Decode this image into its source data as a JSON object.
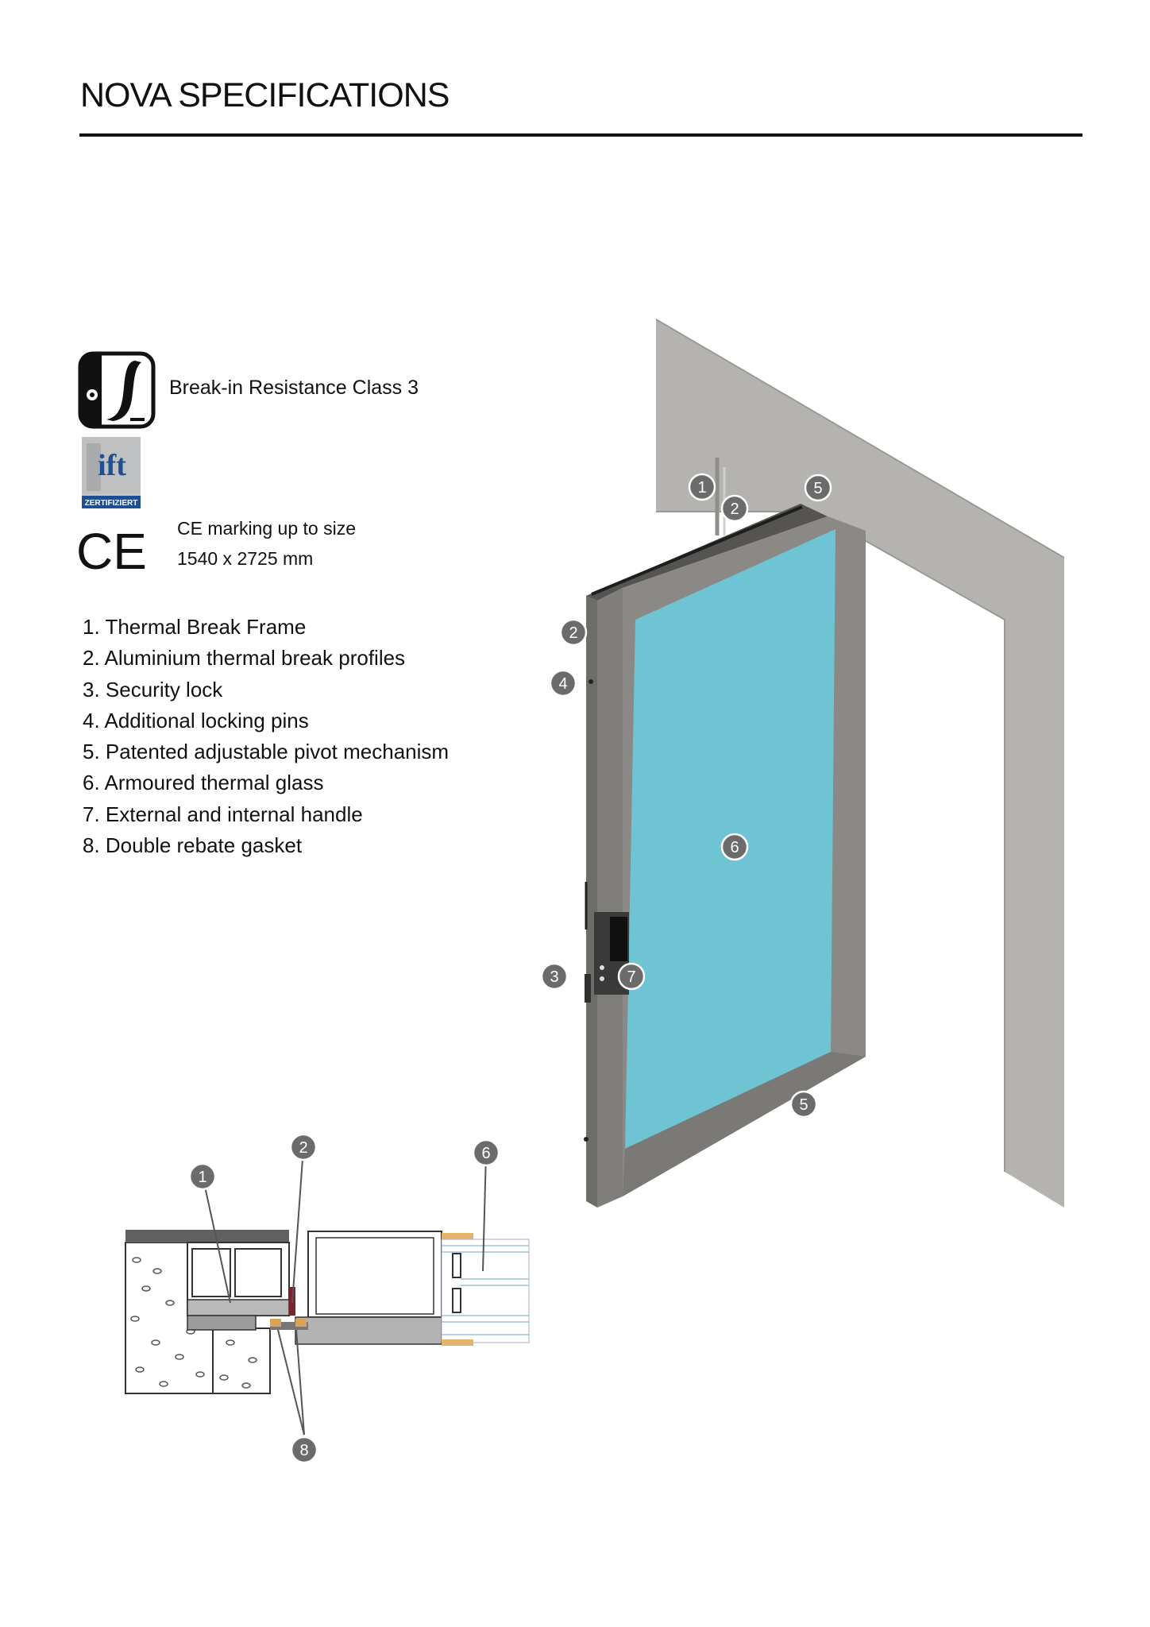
{
  "header": {
    "title": "NOVA SPECIFICATIONS"
  },
  "certifications": {
    "break_in": {
      "icon": "break-in-resistance-icon",
      "label": "Break-in Resistance Class 3"
    },
    "ift": {
      "icon": "ift-certified-logo",
      "logo_text": "ift",
      "logo_subtext": "ZERTIFIZIERT"
    },
    "ce": {
      "icon": "ce-marking-logo",
      "logo_text": "CE",
      "line1": "CE marking up to size",
      "line2": "1540 x 2725 mm"
    }
  },
  "features": [
    "1. Thermal Break Frame",
    "2. Aluminium thermal break profiles",
    "3. Security lock",
    "4. Additional locking pins",
    "5. Patented adjustable pivot mechanism",
    "6. Armoured thermal glass",
    "7. External and internal handle",
    "8. Double rebate gasket"
  ],
  "door_callouts": [
    "1",
    "2",
    "5",
    "2",
    "4",
    "6",
    "3",
    "7",
    "5"
  ],
  "section_callouts": [
    "1",
    "2",
    "6",
    "8"
  ],
  "colors": {
    "wall": "#b3b2ae",
    "wall_shadow": "#8f8e8a",
    "door_frame": "#8a8986",
    "door_edge": "#5e5d5a",
    "glass": "#6ec4d2",
    "callout": "#6b6b6b"
  }
}
